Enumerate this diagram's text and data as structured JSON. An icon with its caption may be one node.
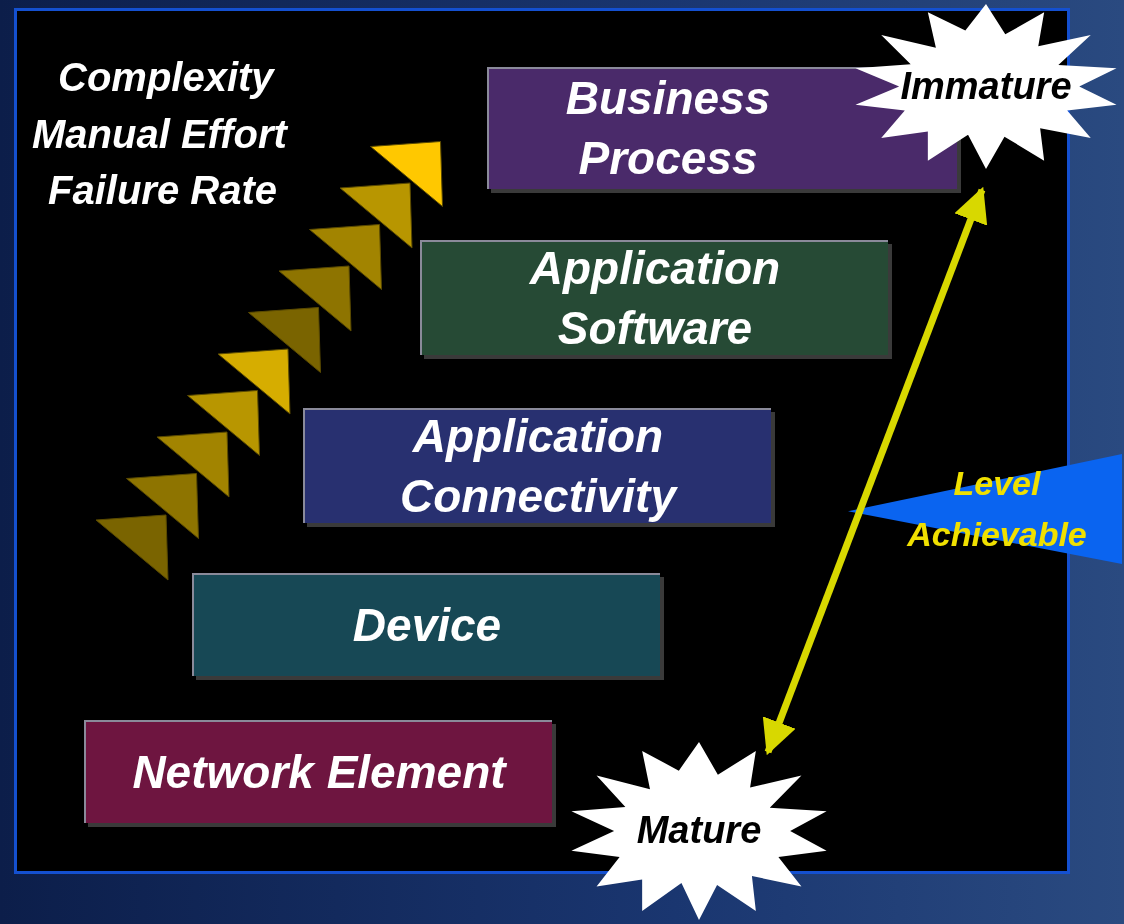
{
  "diagram": {
    "nodes": [
      {
        "text": [
          "Business Process"
        ]
      },
      {
        "text": [
          "Application Software"
        ]
      },
      {
        "text": [
          "Application Connectivity"
        ]
      },
      {
        "text": [
          "Device"
        ]
      },
      {
        "text": [
          "Network Element"
        ]
      },
      {
        "text": [
          "Immature"
        ]
      },
      {
        "text": [
          "Mature"
        ]
      },
      {
        "text": [
          "Level Achievable"
        ]
      }
    ],
    "edges": [
      {
        "from": 6,
        "to": 5,
        "arrow": "both",
        "color": "#d8d800"
      }
    ],
    "labels": [
      "Complexity",
      "Manual Effort",
      "Failure Rate"
    ]
  }
}
